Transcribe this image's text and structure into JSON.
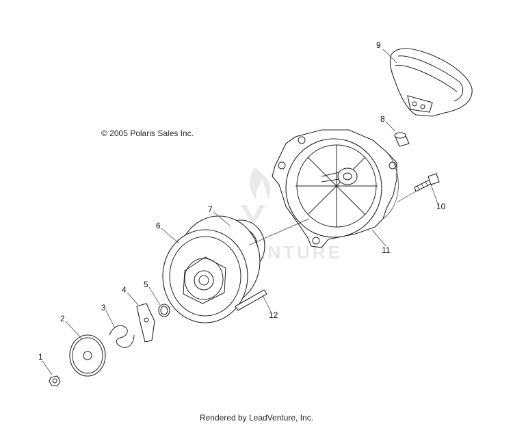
{
  "copyright": "© 2005 Polaris Sales Inc.",
  "footer": "Rendered by LeadVenture, Inc.",
  "watermark": "LEADVENTURE",
  "callouts": [
    "1",
    "2",
    "3",
    "4",
    "5",
    "6",
    "7",
    "8",
    "9",
    "10",
    "11",
    "12"
  ]
}
